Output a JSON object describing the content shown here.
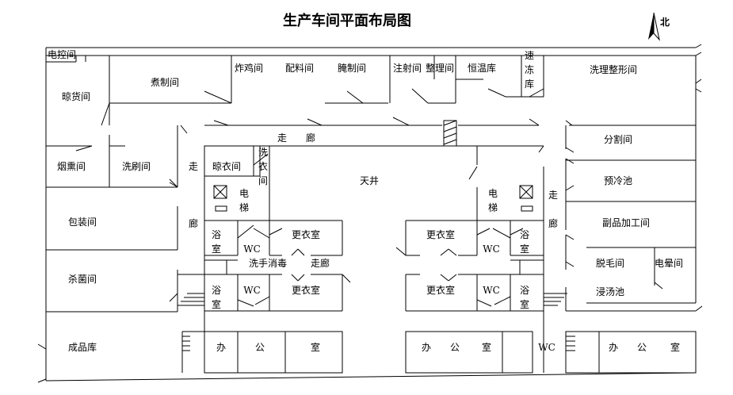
{
  "title": "生产车间平面布局图",
  "north": "北",
  "rooms": {
    "control": "电控间",
    "drying_room": "晾货间",
    "boiling": "煮制间",
    "frying": "炸鸡间",
    "ingredients": "配料间",
    "curing": "腌制间",
    "injection": "注射间",
    "sorting": "整理间",
    "thermostatic": "恒温库",
    "quick_freeze": [
      "速",
      "冻",
      "库"
    ],
    "wash_trim": "洗理整形间",
    "corridor_top": [
      "走",
      "廊"
    ],
    "smoking": "烟熏间",
    "washing": "洗刷间",
    "corridor_left": [
      "走",
      "廊"
    ],
    "drying_clothes": "晾衣间",
    "laundry": [
      "洗",
      "衣",
      "间"
    ],
    "atrium": "天井",
    "elevator_l": [
      "电",
      "梯"
    ],
    "elevator_r": [
      "电",
      "梯"
    ],
    "corridor_right": [
      "走",
      "廊"
    ],
    "cutting": "分割间",
    "precool": "预冷池",
    "by_product": "副品加工间",
    "packaging": "包装间",
    "sterilization": "杀菌间",
    "bath_l1": [
      "浴",
      "室"
    ],
    "bath_l2": [
      "浴",
      "室"
    ],
    "wc_l1": "WC",
    "wc_l2": "WC",
    "locker_l1": "更衣室",
    "locker_l2": "更衣室",
    "wash_disinfect": "洗手消毒",
    "corridor_mid": "走廊",
    "locker_r1": "更衣室",
    "locker_r2": "更衣室",
    "wc_r1": "WC",
    "wc_r2": "WC",
    "bath_r1": [
      "浴",
      "室"
    ],
    "bath_r2": [
      "浴",
      "室"
    ],
    "dehair": "脱毛间",
    "scald": "浸汤池",
    "stun": "电晕间",
    "finished": "成品库",
    "office_l": [
      "办",
      "公",
      "室"
    ],
    "office_m": [
      "办",
      "公",
      "室"
    ],
    "wc_bottom": "WC",
    "office_r": [
      "办",
      "公",
      "室"
    ]
  }
}
